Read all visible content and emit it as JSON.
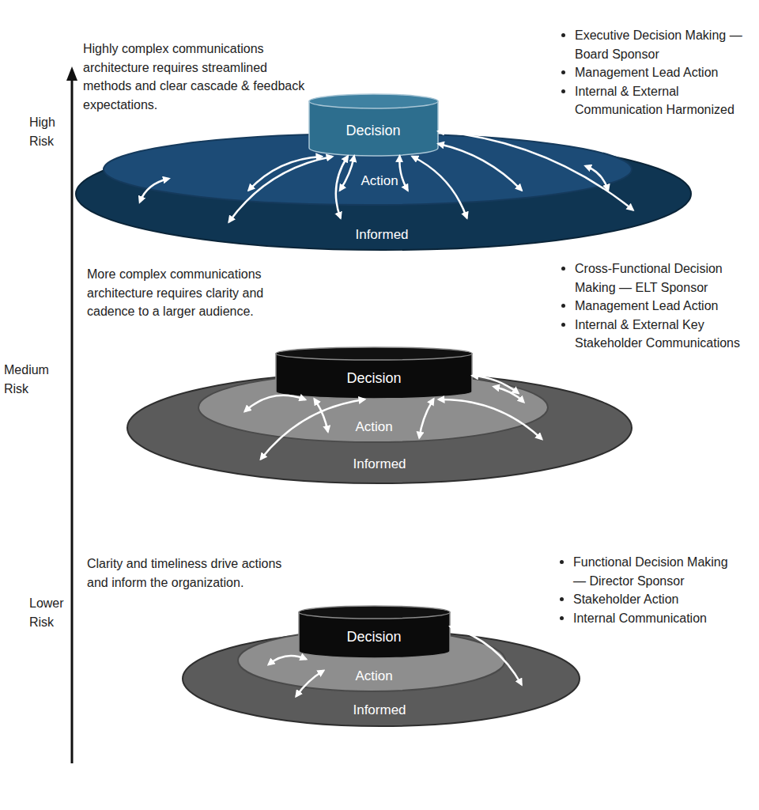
{
  "diagram": {
    "nodes": [
      {
        "text": [
          "Informed"
        ]
      },
      {
        "text": [
          "Action"
        ],
        "in": 0
      },
      {
        "text": [
          "Decision"
        ],
        "in": 1
      },
      {
        "text": [
          "Informed"
        ]
      },
      {
        "text": [
          "Action"
        ],
        "in": 3
      },
      {
        "text": [
          "Decision"
        ],
        "in": 4
      },
      {
        "text": [
          "Informed"
        ]
      },
      {
        "text": [
          "Action"
        ],
        "in": 6
      },
      {
        "text": [
          "Decision"
        ],
        "in": 7
      }
    ],
    "edges": [
      {
        "from": 2,
        "to": 1,
        "arrow": "both"
      },
      {
        "from": 2,
        "to": 0,
        "arrow": "both"
      },
      {
        "from": 2,
        "to": 0,
        "arrow": "both"
      },
      {
        "from": 2,
        "to": 1,
        "arrow": "both"
      },
      {
        "from": 2,
        "to": 1,
        "arrow": "both"
      },
      {
        "from": 2,
        "to": 0,
        "arrow": "both"
      },
      {
        "from": 2,
        "to": 1,
        "arrow": "both"
      },
      {
        "from": 2,
        "to": 0,
        "arrow": "both"
      },
      {
        "from": 5,
        "to": 4,
        "arrow": "both"
      },
      {
        "from": 5,
        "to": 3,
        "arrow": "both"
      },
      {
        "from": 5,
        "to": 4,
        "arrow": "both"
      },
      {
        "from": 5,
        "to": 4,
        "arrow": "both"
      },
      {
        "from": 5,
        "to": 3,
        "arrow": "both"
      },
      {
        "from": 5,
        "to": 4,
        "arrow": "both"
      },
      {
        "from": 8,
        "to": 7,
        "arrow": "both"
      },
      {
        "from": 7,
        "to": 6,
        "arrow": "both"
      },
      {
        "from": 8,
        "to": 6,
        "arrow": "both"
      }
    ],
    "labels": [
      "High Risk",
      "Highly complex communications architecture requires streamlined methods and clear cascade & feedback expectations.",
      "Executive Decision Making — Board Sponsor",
      "Management Lead Action",
      "Internal & External Communication Harmonized",
      "Medium Risk",
      "More complex communications architecture requires clarity and cadence to a larger audience.",
      "Cross-Functional Decision Making — ELT Sponsor",
      "Management Lead Action",
      "Internal & External Key Stakeholder Communications",
      "Lower Risk",
      "Clarity and timeliness drive actions and inform the organization.",
      "Functional Decision Making — Director Sponsor",
      "Stakeholder Action",
      "Internal Communication"
    ]
  }
}
